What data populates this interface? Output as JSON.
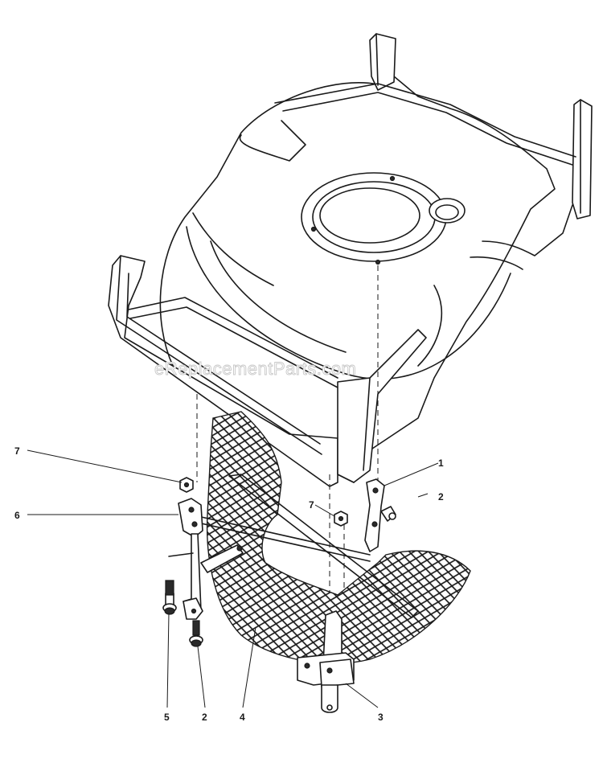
{
  "watermark": "eReplacementParts.com",
  "callouts": {
    "c1": "1",
    "c2_right": "2",
    "c7_left": "7",
    "c6": "6",
    "c7_right": "7",
    "c5": "5",
    "c2_bottom": "2",
    "c4": "4",
    "c3": "3"
  }
}
